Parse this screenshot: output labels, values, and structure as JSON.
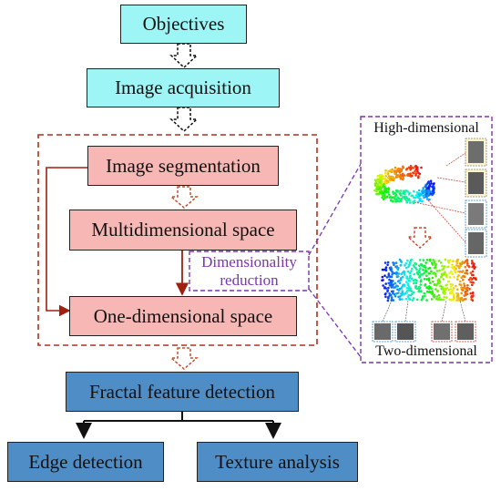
{
  "flow": {
    "objectives": "Objectives",
    "image_acquisition": "Image acquisition",
    "image_segmentation": "Image segmentation",
    "multidimensional_space": "Multidimensional space",
    "one_dimensional_space": "One-dimensional space",
    "fractal_feature_detection": "Fractal feature detection",
    "edge_detection": "Edge detection",
    "texture_analysis": "Texture analysis"
  },
  "reduction_label": {
    "line1": "Dimensionality",
    "line2": "reduction",
    "color": "#7a35b0"
  },
  "inset": {
    "top_title": "High-dimensional",
    "bottom_title": "Two-dimensional",
    "border_color": "#7a35b0"
  },
  "colors": {
    "stage_box_fill": "#9ef5f5",
    "segment_box_fill": "#f7b8b5",
    "analysis_box_fill": "#4f8dc7",
    "dashed_region": "#b03020",
    "arrow_red": "#a02010"
  }
}
